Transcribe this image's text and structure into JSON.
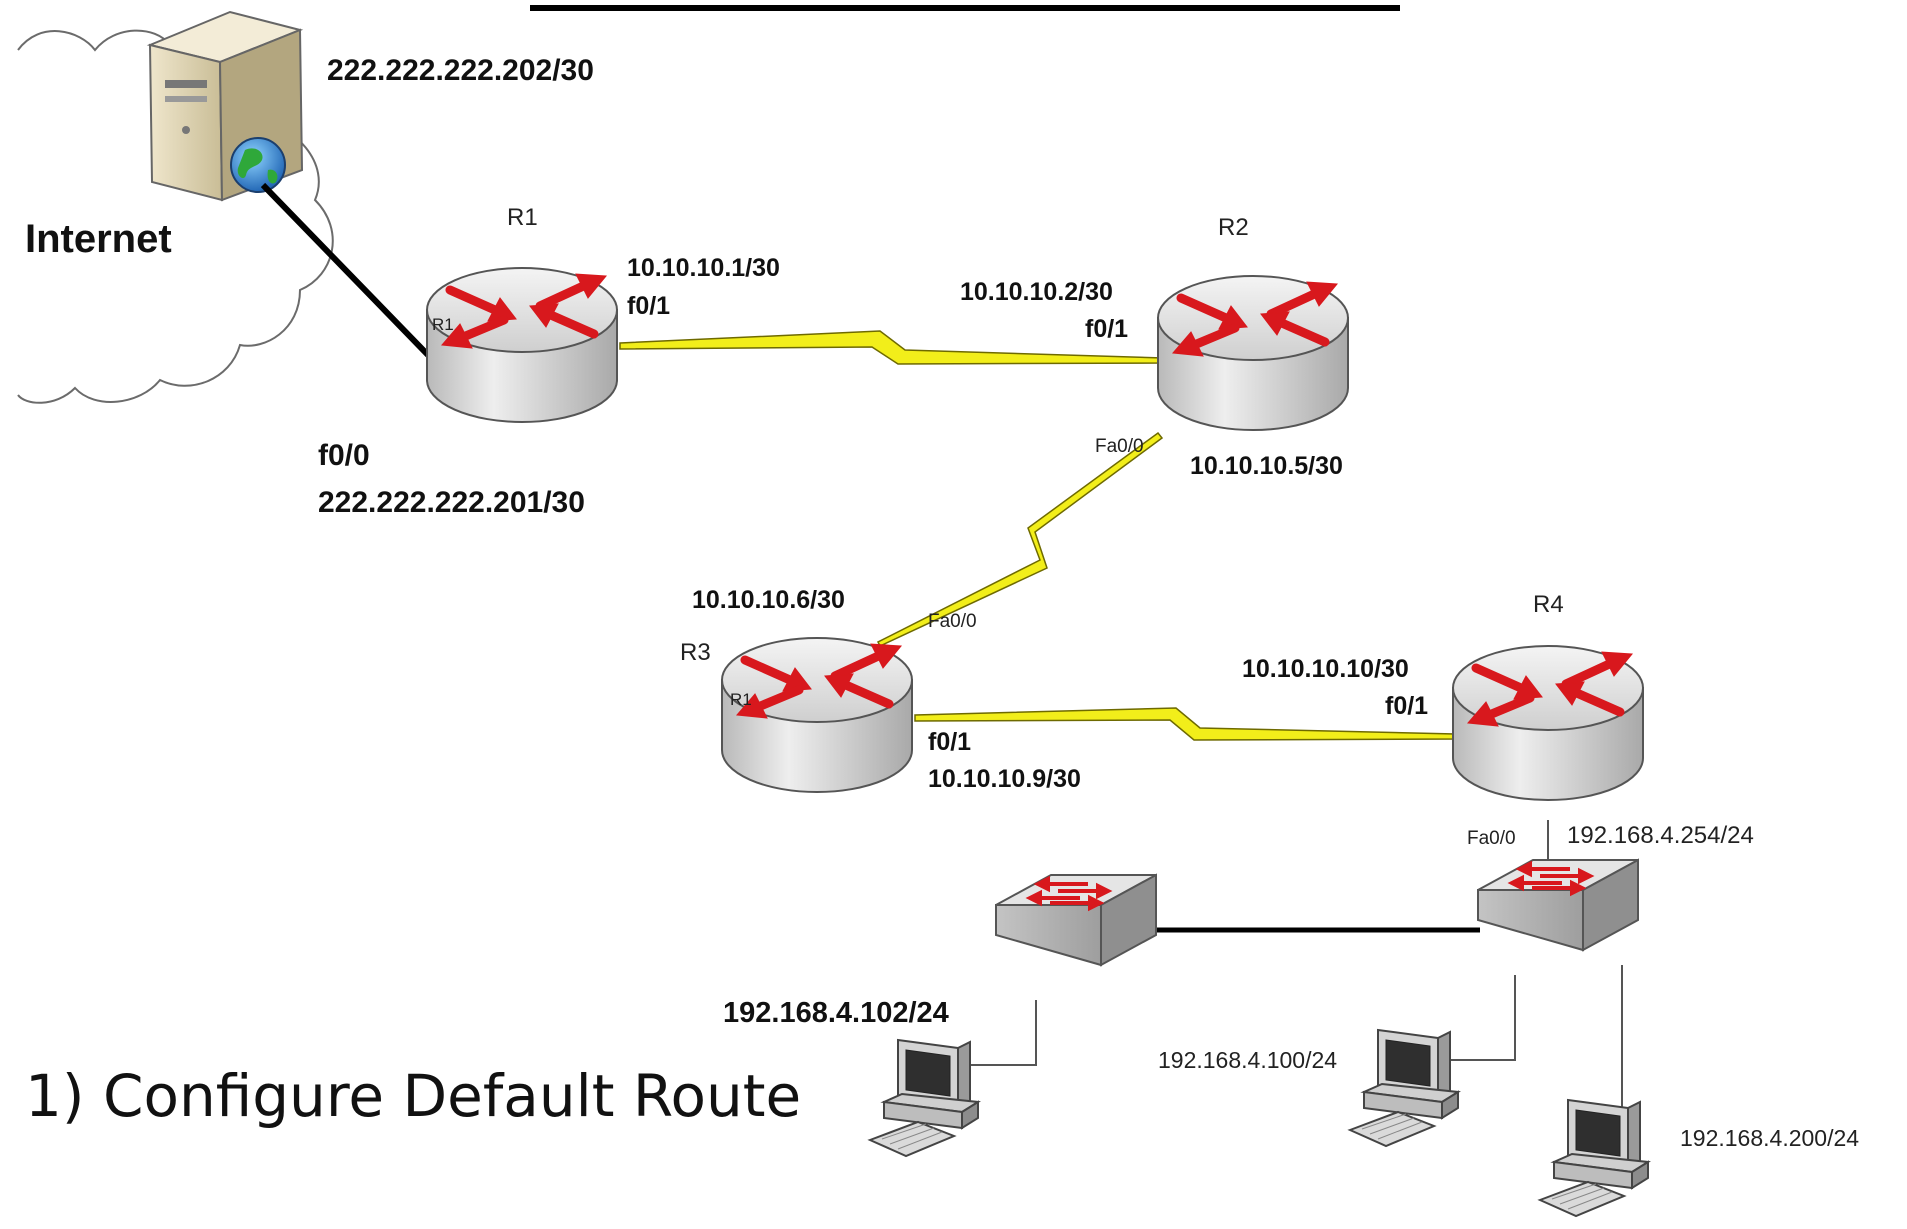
{
  "title_rule": true,
  "cloud": {
    "label": "Internet"
  },
  "server": {
    "address": "222.222.222.202/30"
  },
  "routers": {
    "r1": {
      "name": "R1",
      "badge": "R1",
      "wan_interface": "f0/0",
      "wan_address": "222.222.222.201/30",
      "serial_address": "10.10.10.1/30",
      "serial_interface": "f0/1"
    },
    "r2": {
      "name": "R2",
      "serial_address": "10.10.10.2/30",
      "serial_interface": "f0/1",
      "fa_interface": "Fa0/0",
      "fa_address": "10.10.10.5/30"
    },
    "r3": {
      "name": "R3",
      "badge": "R1",
      "fa_address": "10.10.10.6/30",
      "fa_interface": "Fa0/0",
      "serial_interface": "f0/1",
      "serial_address": "10.10.10.9/30"
    },
    "r4": {
      "name": "R4",
      "serial_address": "10.10.10.10/30",
      "serial_interface": "f0/1",
      "fa_interface": "Fa0/0",
      "lan_address": "192.168.4.254/24"
    }
  },
  "hosts": {
    "pc1": {
      "address": "192.168.4.102/24"
    },
    "pc2": {
      "address": "192.168.4.100/24"
    },
    "pc3": {
      "address": "192.168.4.200/24"
    }
  },
  "caption": "1) Configure Default Route",
  "colors": {
    "router_arrow": "#d8181d",
    "serial_link": "#f2ee1a",
    "router_body": "#d7d7d7"
  }
}
